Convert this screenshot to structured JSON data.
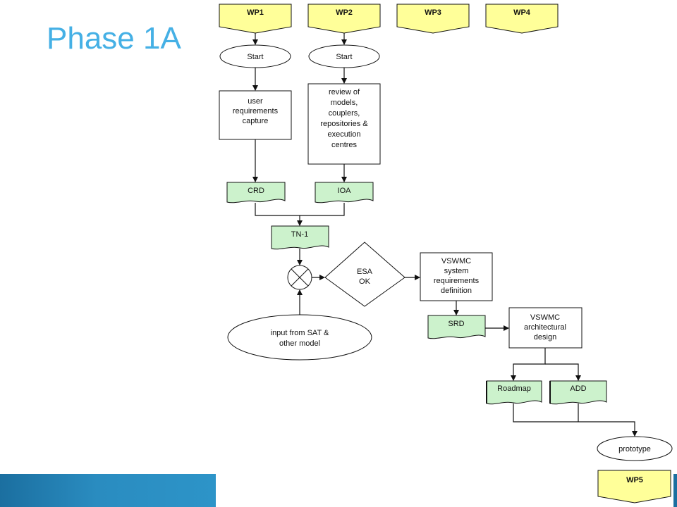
{
  "slide": {
    "title": "Phase 1A"
  },
  "workpackages": {
    "wp1": "WP1",
    "wp2": "WP2",
    "wp3": "WP3",
    "wp4": "WP4",
    "wp5": "WP5"
  },
  "terminals": {
    "start_1": "Start",
    "start_2": "Start",
    "prototype": "prototype"
  },
  "processes": {
    "user_requirements": [
      "user",
      "requirements",
      "capture"
    ],
    "review": [
      "review of",
      "models,",
      "couplers,",
      "repositories &",
      "execution",
      "centres"
    ],
    "system_requirements": [
      "VSWMC",
      "system",
      "requirements",
      "definition"
    ],
    "architectural_design": [
      "VSWMC",
      "architectural",
      "design"
    ]
  },
  "documents": {
    "crd": "CRD",
    "ioa": "IOA",
    "tn1": "TN-1",
    "srd": "SRD",
    "roadmap": "Roadmap",
    "add": "ADD"
  },
  "decision": [
    "ESA",
    "OK"
  ],
  "input": [
    "input from SAT &",
    "other model"
  ],
  "colors": {
    "title": "#45b0e5",
    "wp_fill": "#ffff99",
    "doc_fill": "#ccf2cc",
    "footer": "#1b6fa0"
  }
}
